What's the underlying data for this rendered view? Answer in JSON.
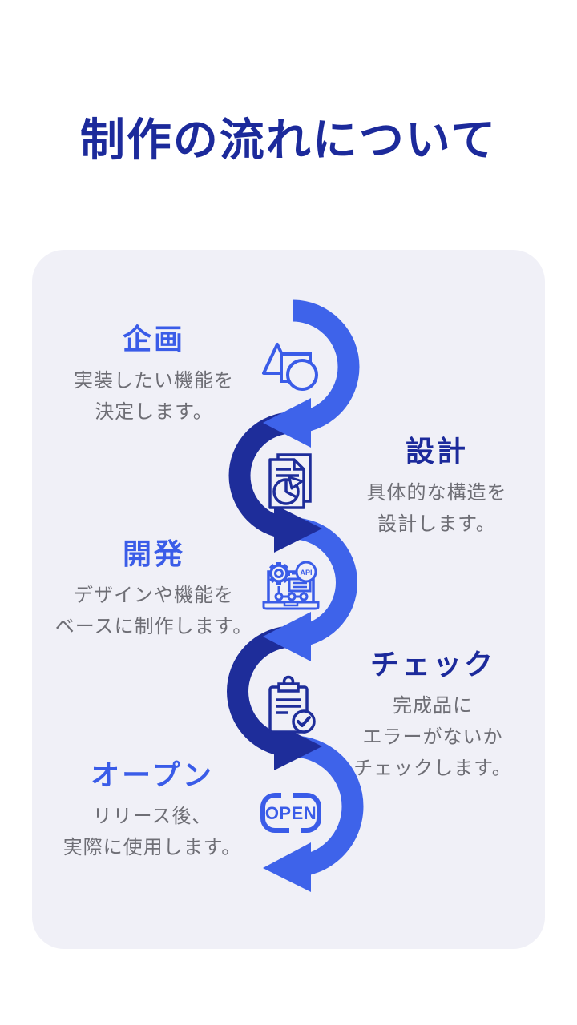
{
  "page": {
    "title": "制作の流れについて"
  },
  "colors": {
    "page_bg": "#FFFFFF",
    "card_bg": "#F0F0F7",
    "arc_light_blue": "#3E63EA",
    "arc_dark_navy": "#1E2D9A",
    "heading_light_blue": "#3A5CE8",
    "heading_dark_navy": "#1C2A9B",
    "body_text_gray": "#6E6E75"
  },
  "steps": [
    {
      "label": "企画",
      "desc_lines": [
        "実装したい機能を",
        "決定します。"
      ],
      "icon": "plan-shapes-icon",
      "side": "left",
      "tone": "light"
    },
    {
      "label": "設計",
      "desc_lines": [
        "具体的な構造を",
        "設計します。"
      ],
      "icon": "document-chart-icon",
      "side": "right",
      "tone": "dark"
    },
    {
      "label": "開発",
      "desc_lines": [
        "デザインや機能を",
        "ベースに制作します。"
      ],
      "icon": "api-laptop-icon",
      "side": "left",
      "tone": "light"
    },
    {
      "label": "チェック",
      "desc_lines": [
        "完成品に",
        "エラーがないか",
        "チェックします。"
      ],
      "icon": "clipboard-check-icon",
      "side": "right",
      "tone": "dark"
    },
    {
      "label": "オープン",
      "desc_lines": [
        "リリース後、",
        "実際に使用します。"
      ],
      "icon": "open-sign-icon",
      "side": "left",
      "tone": "light"
    }
  ],
  "open_sign_text": "OPEN",
  "api_badge_text": "API"
}
